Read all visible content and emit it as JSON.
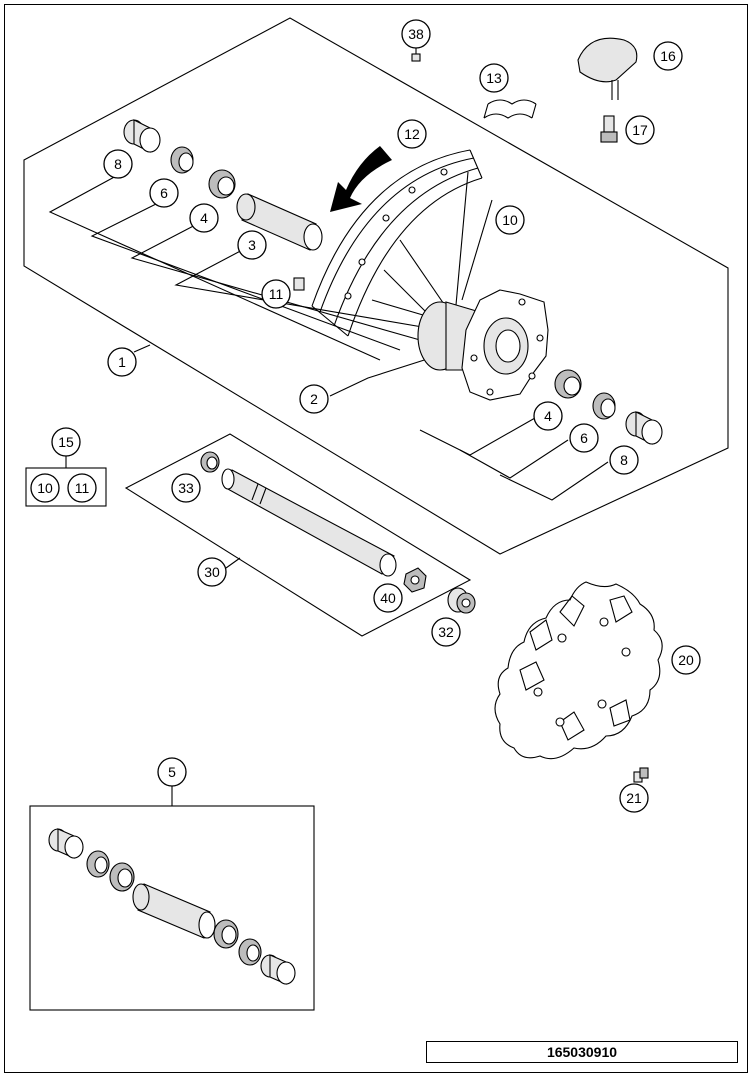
{
  "drawing_number": "165030910",
  "callouts": {
    "c1": "1",
    "c2": "2",
    "c3": "3",
    "c4a": "4",
    "c4b": "4",
    "c5": "5",
    "c6a": "6",
    "c6b": "6",
    "c8a": "8",
    "c8b": "8",
    "c10": "10",
    "c10k": "10",
    "c11": "11",
    "c11k": "11",
    "c12": "12",
    "c13": "13",
    "c15": "15",
    "c16": "16",
    "c17": "17",
    "c20": "20",
    "c21": "21",
    "c30": "30",
    "c32": "32",
    "c33": "33",
    "c38": "38",
    "c40": "40"
  }
}
